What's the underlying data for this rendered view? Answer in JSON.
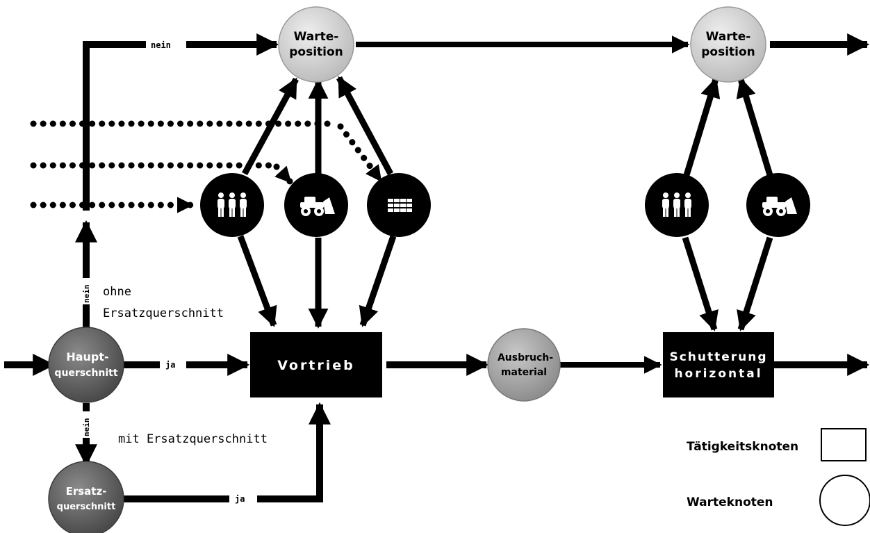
{
  "nodes": {
    "warte1": [
      "Warte-",
      "position"
    ],
    "warte2": [
      "Warte-",
      "position"
    ],
    "hauptquerschnitt": [
      "Haupt-",
      "querschnitt"
    ],
    "ersatzquerschnitt": [
      "Ersatz-",
      "querschnitt"
    ],
    "vortrieb": "Vortrieb",
    "ausbruchmaterial": [
      "Ausbruch-",
      "material"
    ],
    "schutterung": [
      "Schutterung",
      "horizontal"
    ]
  },
  "edge_labels": {
    "nein": "nein",
    "ja": "ja",
    "ohne_line1": "ohne",
    "ohne_line2": "Ersatzquerschnitt",
    "mit": "mit Ersatzquerschnitt"
  },
  "legend": {
    "activity_node": "Tätigkeitsknoten",
    "wait_node": "Warteknoten"
  },
  "resources": {
    "workers": "workers-icon",
    "loader": "loader-icon",
    "material": "grid-material-icon"
  },
  "colors": {
    "black": "#000000",
    "wait_node_light": "#d9d9d9",
    "wait_node_mid": "#a9a9a9",
    "wait_node_dark": "#6a6a6a"
  }
}
